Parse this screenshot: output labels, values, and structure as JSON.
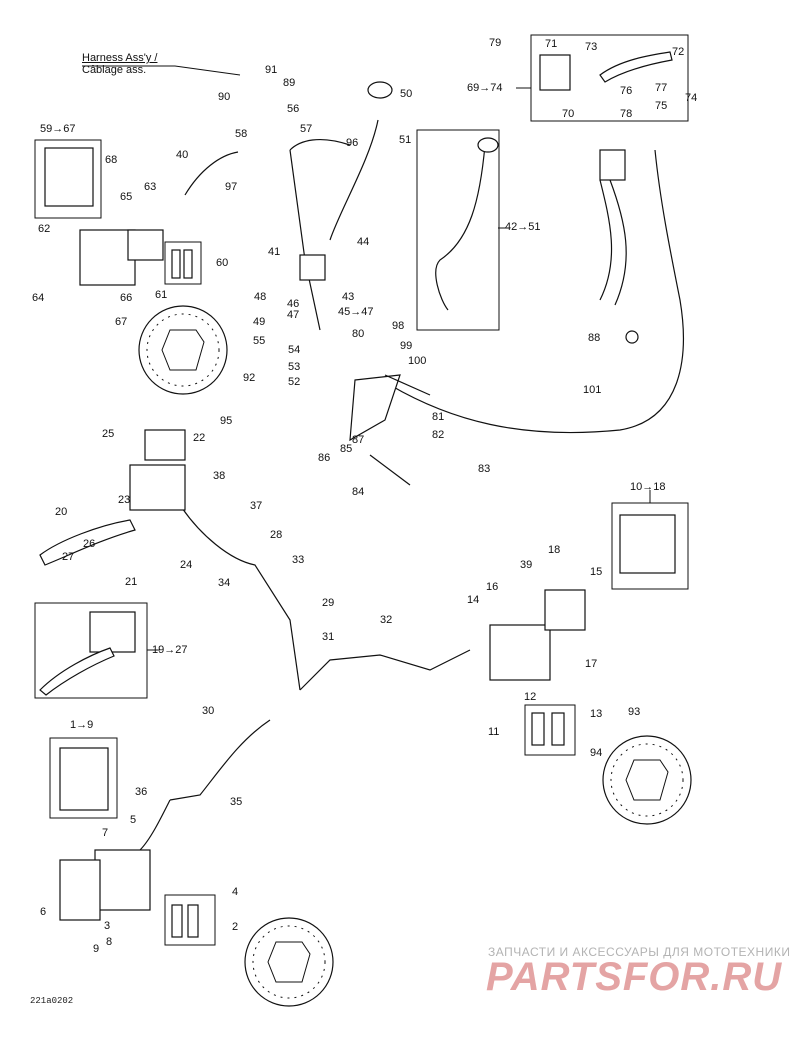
{
  "harness": {
    "line1": "Harness Ass'y /",
    "line2": "Câblage ass."
  },
  "drawing_code": "221a0202",
  "watermark": {
    "tagline": "ЗАПЧАСТИ И АКСЕССУАРЫ ДЛЯ МОТОТЕХНИКИ",
    "logo": "PARTSFOR.RU"
  },
  "callouts": [
    "1→9",
    "2",
    "3",
    "4",
    "5",
    "6",
    "7",
    "8",
    "9",
    "10→18",
    "11",
    "12",
    "13",
    "14",
    "15",
    "16",
    "17",
    "18",
    "19→27",
    "20",
    "21",
    "22",
    "23",
    "24",
    "25",
    "26",
    "27",
    "28",
    "29",
    "30",
    "31",
    "32",
    "33",
    "34",
    "35",
    "36",
    "37",
    "38",
    "39",
    "40",
    "41",
    "42→51",
    "43",
    "44",
    "45→47",
    "46",
    "47",
    "48",
    "49",
    "50",
    "51",
    "52",
    "53",
    "54",
    "55",
    "56",
    "57",
    "58",
    "59→67",
    "60",
    "61",
    "62",
    "63",
    "64",
    "65",
    "66",
    "67",
    "68",
    "69→74",
    "70",
    "71",
    "72",
    "73",
    "74",
    "75",
    "76",
    "77",
    "78",
    "79",
    "80",
    "81",
    "82",
    "83",
    "84",
    "85",
    "86",
    "87",
    "88",
    "89",
    "90",
    "91",
    "92",
    "93",
    "94",
    "95",
    "96",
    "97",
    "98",
    "99",
    "100",
    "101"
  ]
}
